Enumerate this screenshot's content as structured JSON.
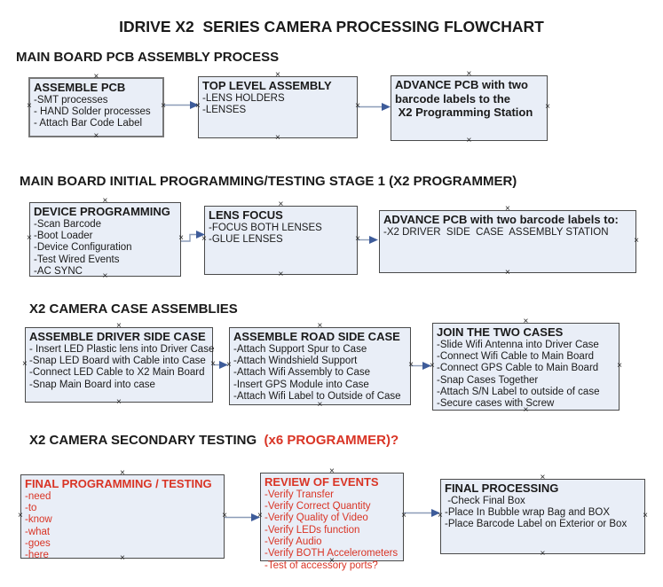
{
  "page_title": "IDRIVE X2  SERIES CAMERA PROCESSING FLOWCHART",
  "colors": {
    "box_fill": "#E9EEF7",
    "box_border": "#4A4A4A",
    "accent_red": "#D93425",
    "connector_line": "#8C9CB8",
    "connector_arrowhead": "#3E5C9A",
    "text": "#1A1A1A"
  },
  "sections": [
    {
      "header": "MAIN BOARD PCB ASSEMBLY PROCESS"
    },
    {
      "header": "MAIN BOARD INITIAL PROGRAMMING/TESTING STAGE 1 (X2 PROGRAMMER)"
    },
    {
      "header": "X2 CAMERA CASE ASSEMBLIES"
    },
    {
      "header": "X2 CAMERA SECONDARY TESTING  ",
      "header_red": "(x6 PROGRAMMER)?"
    }
  ],
  "boxes": {
    "assemble_pcb": {
      "title": "ASSEMBLE PCB",
      "items": [
        "-SMT processes",
        "- HAND Solder processes",
        "- Attach Bar Code Label"
      ]
    },
    "top_level_assembly": {
      "title": "TOP LEVEL ASSEMBLY",
      "items": [
        "-LENS HOLDERS",
        "-LENSES"
      ]
    },
    "advance_pcb_programming": {
      "lines": [
        "ADVANCE PCB with two",
        "barcode labels to the",
        " X2 Programming Station"
      ]
    },
    "device_programming": {
      "title": "DEVICE PROGRAMMING",
      "items": [
        "-Scan Barcode",
        "-Boot Loader",
        "-Device Configuration",
        "-Test Wired Events",
        "-AC SYNC"
      ]
    },
    "lens_focus": {
      "title": "LENS FOCUS",
      "items": [
        "-FOCUS BOTH LENSES",
        "-GLUE LENSES"
      ]
    },
    "advance_pcb_driver_side": {
      "title": "ADVANCE PCB with two barcode labels to:",
      "items": [
        "-X2 DRIVER  SIDE  CASE  ASSEMBLY STATION"
      ]
    },
    "assemble_driver_side_case": {
      "title": "ASSEMBLE DRIVER SIDE CASE",
      "items": [
        "- Insert LED Plastic lens into Driver Case",
        "-Snap LED Board with Cable into Case",
        "-Connect LED Cable to X2 Main Board",
        "-Snap Main Board into case"
      ]
    },
    "assemble_road_side_case": {
      "title": "ASSEMBLE ROAD SIDE CASE",
      "items": [
        "-Attach Support Spur to Case",
        "-Attach Windshield Support",
        "-Attach Wifi Assembly to Case",
        "-Insert GPS Module into Case",
        "-Attach Wifi Label to Outside of Case"
      ]
    },
    "join_the_two_cases": {
      "title": "JOIN THE TWO CASES",
      "items": [
        "-Slide Wifi Antenna into Driver Case",
        "-Connect Wifi Cable to Main Board",
        "-Connect GPS Cable to Main Board",
        "-Snap Cases Together",
        "-Attach S/N Label to outside of case",
        "-Secure cases with Screw"
      ]
    },
    "final_programming_testing": {
      "title": "FINAL PROGRAMMING / TESTING",
      "items": [
        "-need",
        "-to",
        "-know",
        "-what",
        "-goes",
        "-here"
      ]
    },
    "review_of_events": {
      "title": "REVIEW OF EVENTS",
      "items": [
        "-Verify Transfer",
        "-Verify Correct Quantity",
        "-Verify Quality of Video",
        "-Verify LEDs function",
        "-Verify Audio",
        "-Verify BOTH Accelerometers",
        "-Test of accessory ports?"
      ]
    },
    "final_processing": {
      "title": "FINAL PROCESSING",
      "items": [
        " -Check Final Box",
        "-Place In Bubble wrap Bag and BOX",
        "-Place Barcode Label on Exterior or Box"
      ]
    }
  }
}
